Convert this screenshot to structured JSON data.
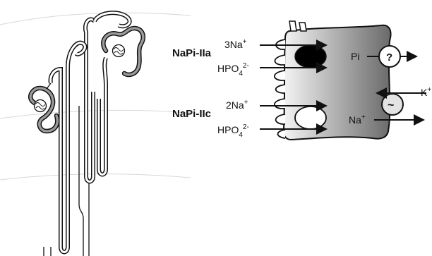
{
  "labels": {
    "transporter_a": "NaPi-IIa",
    "transporter_c": "NaPi-IIc",
    "na_a": "3Na",
    "na_c": "2Na",
    "plus": "+",
    "hpo": "HPO",
    "hpo_sub": "4",
    "hpo_sup": "2-",
    "pi": "Pi",
    "question": "?",
    "k": "K",
    "k_plus": "+",
    "pump": "~",
    "na_out": "Na",
    "na_out_plus": "+"
  },
  "colors": {
    "line": "#111111",
    "tubule_fill": "#9a9a9a",
    "cell_dark": "#6e6e6e",
    "cell_light": "#f2f2f2",
    "pump_fill": "#e3e3e3",
    "cotransporter_a": "#000000",
    "cotransporter_c": "#ffffff"
  },
  "icons": {
    "cotransporter_a": "black-oval",
    "cotransporter_c": "white-oval",
    "unknown_exporter": "question-circle",
    "na_k_pump": "tilde-circle",
    "glomerulus": "capillary-tuft"
  }
}
